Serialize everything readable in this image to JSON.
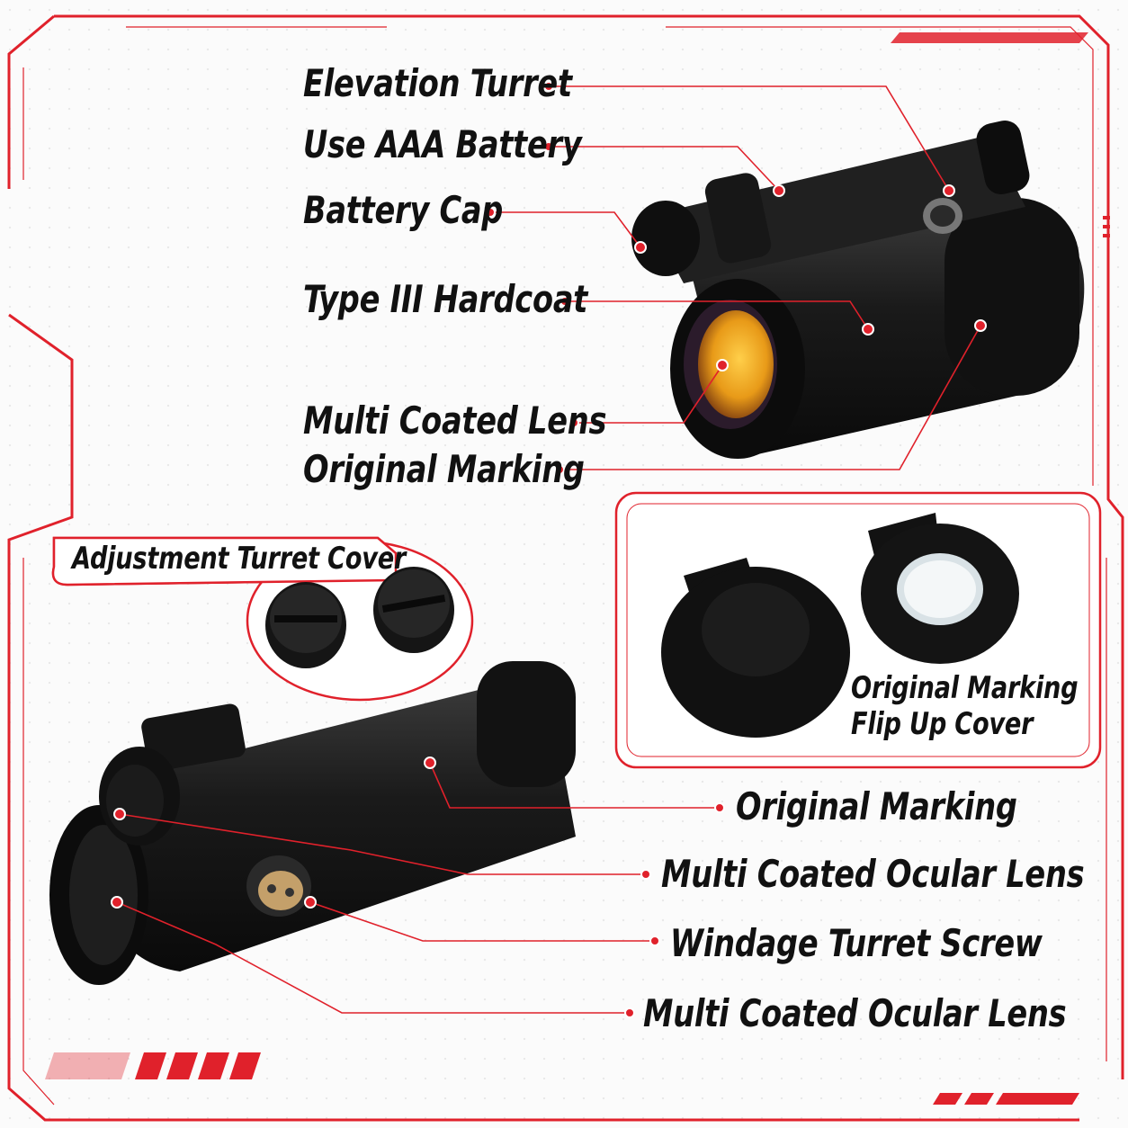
{
  "colors": {
    "accent": "#e0212b",
    "product": "#141414",
    "lens": "#f0a020"
  },
  "top_labels": {
    "elevation_turret": "Elevation Turret",
    "use_aaa_battery": "Use AAA Battery",
    "battery_cap": "Battery Cap",
    "type_iii_hardcoat": "Type III Hardcoat",
    "multi_coated_lens": "Multi Coated Lens",
    "original_marking": "Original Marking"
  },
  "turret_cover": {
    "title": "Adjustment Turret Cover"
  },
  "flip_cover": {
    "line1": "Original Marking",
    "line2": "Flip Up Cover"
  },
  "bottom_labels": {
    "original_marking": "Original Marking",
    "multi_coated_ocular_lens_1": "Multi Coated Ocular Lens",
    "windage_turret_screw": "Windage Turret Screw",
    "multi_coated_ocular_lens_2": "Multi Coated Ocular Lens"
  }
}
